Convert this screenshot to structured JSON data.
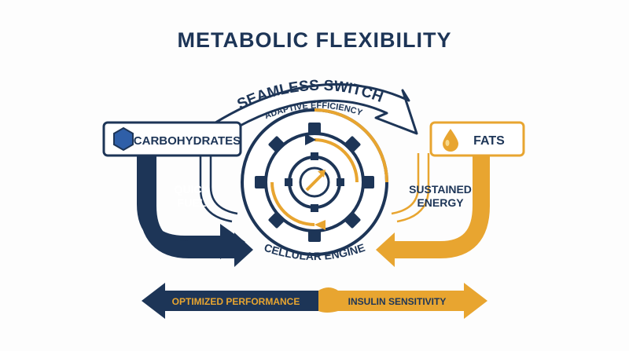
{
  "title": "METABOLIC FLEXIBILITY",
  "switch": {
    "label": "SEAMLESS SWITCH",
    "sublabel": "ADAPTIVE EFFICIENCY"
  },
  "left_box": {
    "label": "CARBOHYDRATES",
    "icon": "hexagon-icon"
  },
  "right_box": {
    "label": "FATS",
    "icon": "oil-drop-icon"
  },
  "left_flow": {
    "line1": "QUICK",
    "line2": "FUEL"
  },
  "right_flow": {
    "line1": "SUSTAINED",
    "line2": "ENERGY"
  },
  "engine": {
    "label": "CELLULAR ENGINE"
  },
  "bottom_arrows": {
    "left": "OPTIMIZED PERFORMANCE",
    "right": "INSULIN SENSITIVITY"
  },
  "colors": {
    "navy": "#1d3557",
    "gold": "#e8a530",
    "white": "#ffffff"
  }
}
